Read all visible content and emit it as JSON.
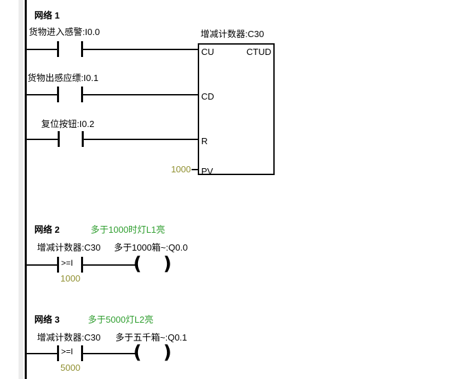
{
  "colors": {
    "comment_green": "#2f9e2f",
    "value_olive": "#8f8f2f",
    "wire_black": "#0a0a0a",
    "background": "#ffffff"
  },
  "glyphs": {
    "coil_open": "(",
    "coil_close": ")"
  },
  "networks": [
    {
      "title": "网络 1",
      "rungs": [
        {
          "label": "货物进入感警:I0.0"
        },
        {
          "label": "货物出感应缥:I0.1"
        },
        {
          "label": "复位按钮:I0.2"
        }
      ],
      "counter": {
        "title": "增减计数器:C30",
        "type": "CTUD",
        "pin_cu": "CU",
        "pin_cd": "CD",
        "pin_r": "R",
        "pin_pv": "PV",
        "pv_value": "1000"
      }
    },
    {
      "title": "网络 2",
      "comment": "多于1000时灯L1亮",
      "contact_label": "增减计数器:C30",
      "compare_op": ">=I",
      "compare_value": "1000",
      "coil_label": "多于1000箱~:Q0.0"
    },
    {
      "title": "网络 3",
      "comment": "多于5000灯L2亮",
      "contact_label": "增减计数器:C30",
      "compare_op": ">=I",
      "compare_value": "5000",
      "coil_label": "多于五千箱~:Q0.1"
    }
  ]
}
